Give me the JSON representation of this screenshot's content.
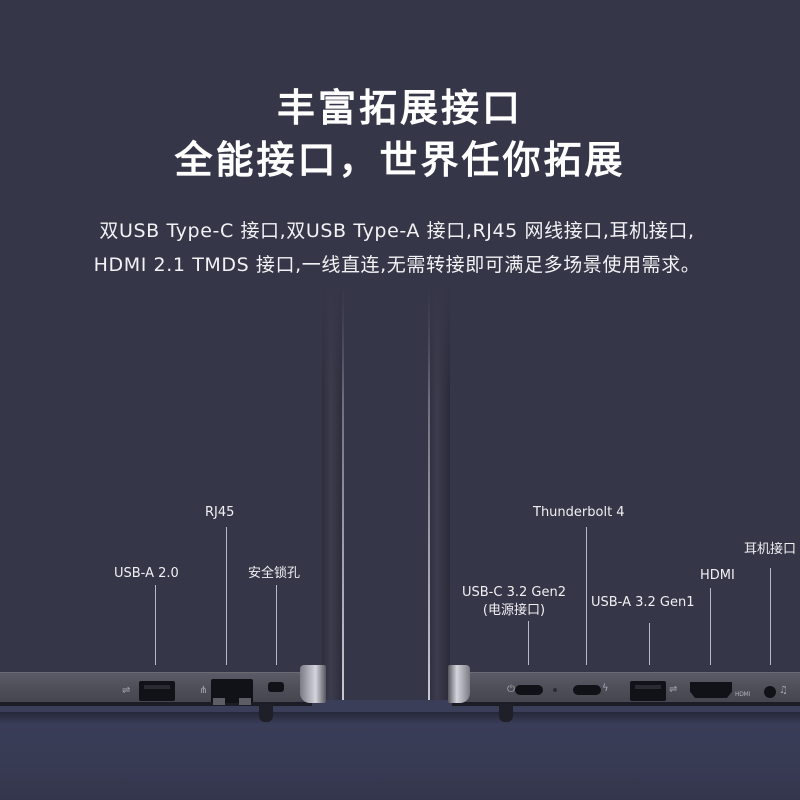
{
  "headline": {
    "line1": "丰富拓展接口",
    "line2": "全能接口，世界任你拓展"
  },
  "description": {
    "line1": "双USB Type-C 接口,双USB Type-A 接口,RJ45 网线接口,耳机接口,",
    "line2": "HDMI 2.1 TMDS 接口,一线直连,无需转接即可满足多场景使用需求。"
  },
  "left_side": {
    "ports": [
      {
        "label": "USB-A 2.0",
        "icon": "usb-icon"
      },
      {
        "label": "RJ45",
        "icon": "network-icon"
      },
      {
        "label": "安全锁孔",
        "icon": "lock-slot-icon"
      }
    ]
  },
  "right_side": {
    "ports": [
      {
        "label": "USB-C 3.2 Gen2",
        "sublabel": "(电源接口)",
        "icon": "power-icon"
      },
      {
        "label": "Thunderbolt 4",
        "icon": "thunderbolt-icon"
      },
      {
        "label": "USB-A 3.2 Gen1",
        "icon": "usb-ss-icon"
      },
      {
        "label": "HDMI",
        "icon": "hdmi-icon",
        "icon_text": "HDMI"
      },
      {
        "label": "耳机接口",
        "icon": "headphone-icon"
      }
    ]
  },
  "colors": {
    "background": "#363649",
    "floor": "#3b3e59",
    "chassis": "#52535d",
    "text": "#ffffff"
  }
}
